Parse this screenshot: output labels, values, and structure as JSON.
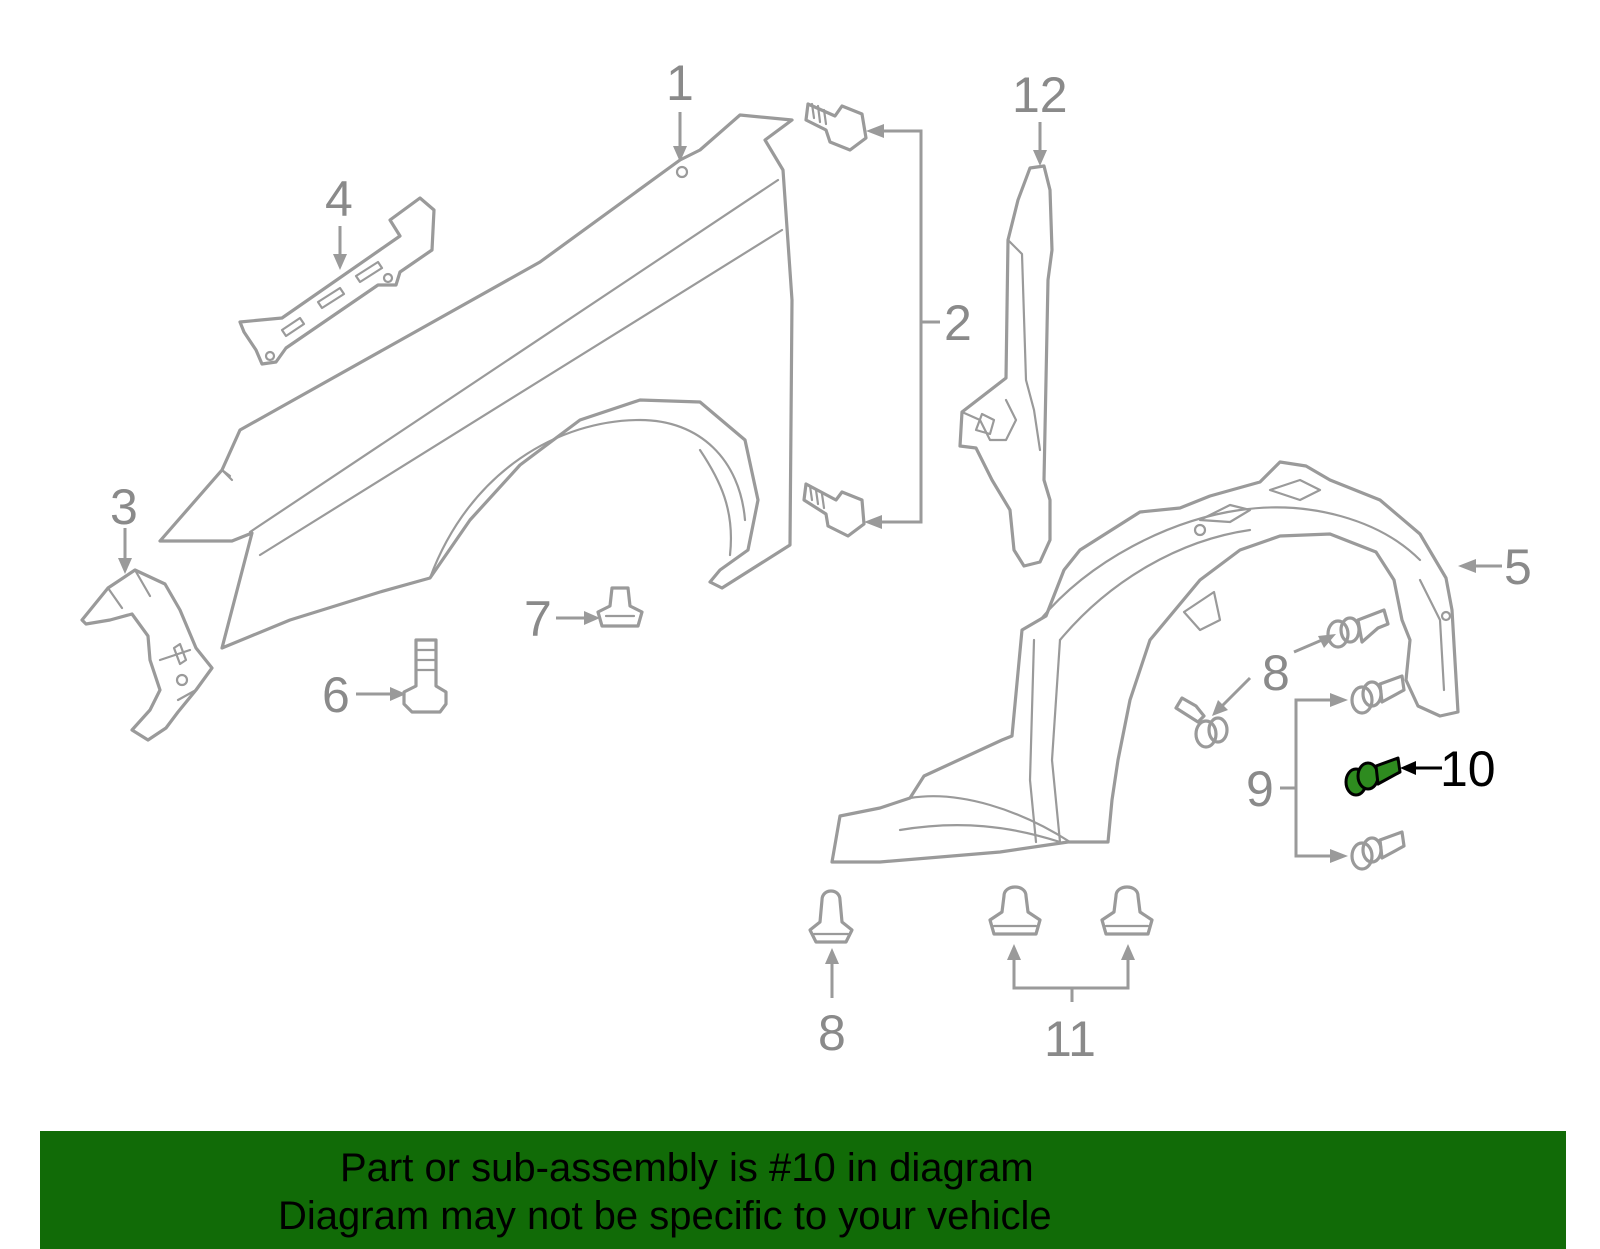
{
  "diagram": {
    "callouts": {
      "c1": "1",
      "c2": "2",
      "c3": "3",
      "c4": "4",
      "c5": "5",
      "c6": "6",
      "c7": "7",
      "c8a": "8",
      "c8b": "8",
      "c9": "9",
      "c10": "10",
      "c11": "11",
      "c12": "12"
    },
    "highlight_color": "#2e8b1f",
    "line_color": "#9a9a9a"
  },
  "banner": {
    "line1": "Part or sub-assembly is #10 in diagram",
    "line2": "Diagram may not be specific to your vehicle",
    "background": "#116b07"
  }
}
